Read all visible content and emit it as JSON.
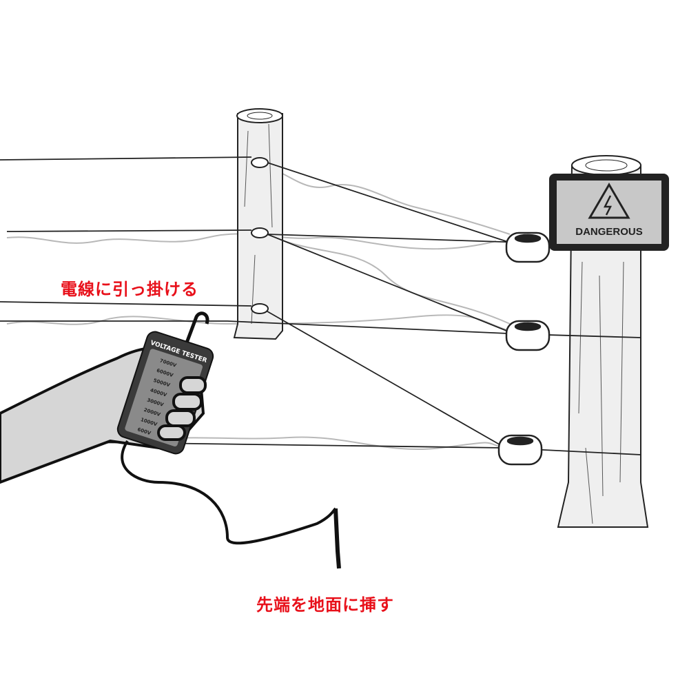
{
  "annotations": {
    "hook_instruction": "電線に引っ掛ける",
    "ground_instruction": "先端を地面に挿す"
  },
  "sign": {
    "text": "DANGEROUS",
    "icon": "high-voltage-icon"
  },
  "tester": {
    "title": "VOLTAGE TESTER",
    "levels": [
      "7000V",
      "6000V",
      "5000V",
      "4000V",
      "3000V",
      "2000V",
      "1000V",
      "600V"
    ]
  },
  "colors": {
    "annotation": "#e8101a",
    "sign_bg": "#c8c8c8",
    "tester_body": "#3a3a3a"
  }
}
